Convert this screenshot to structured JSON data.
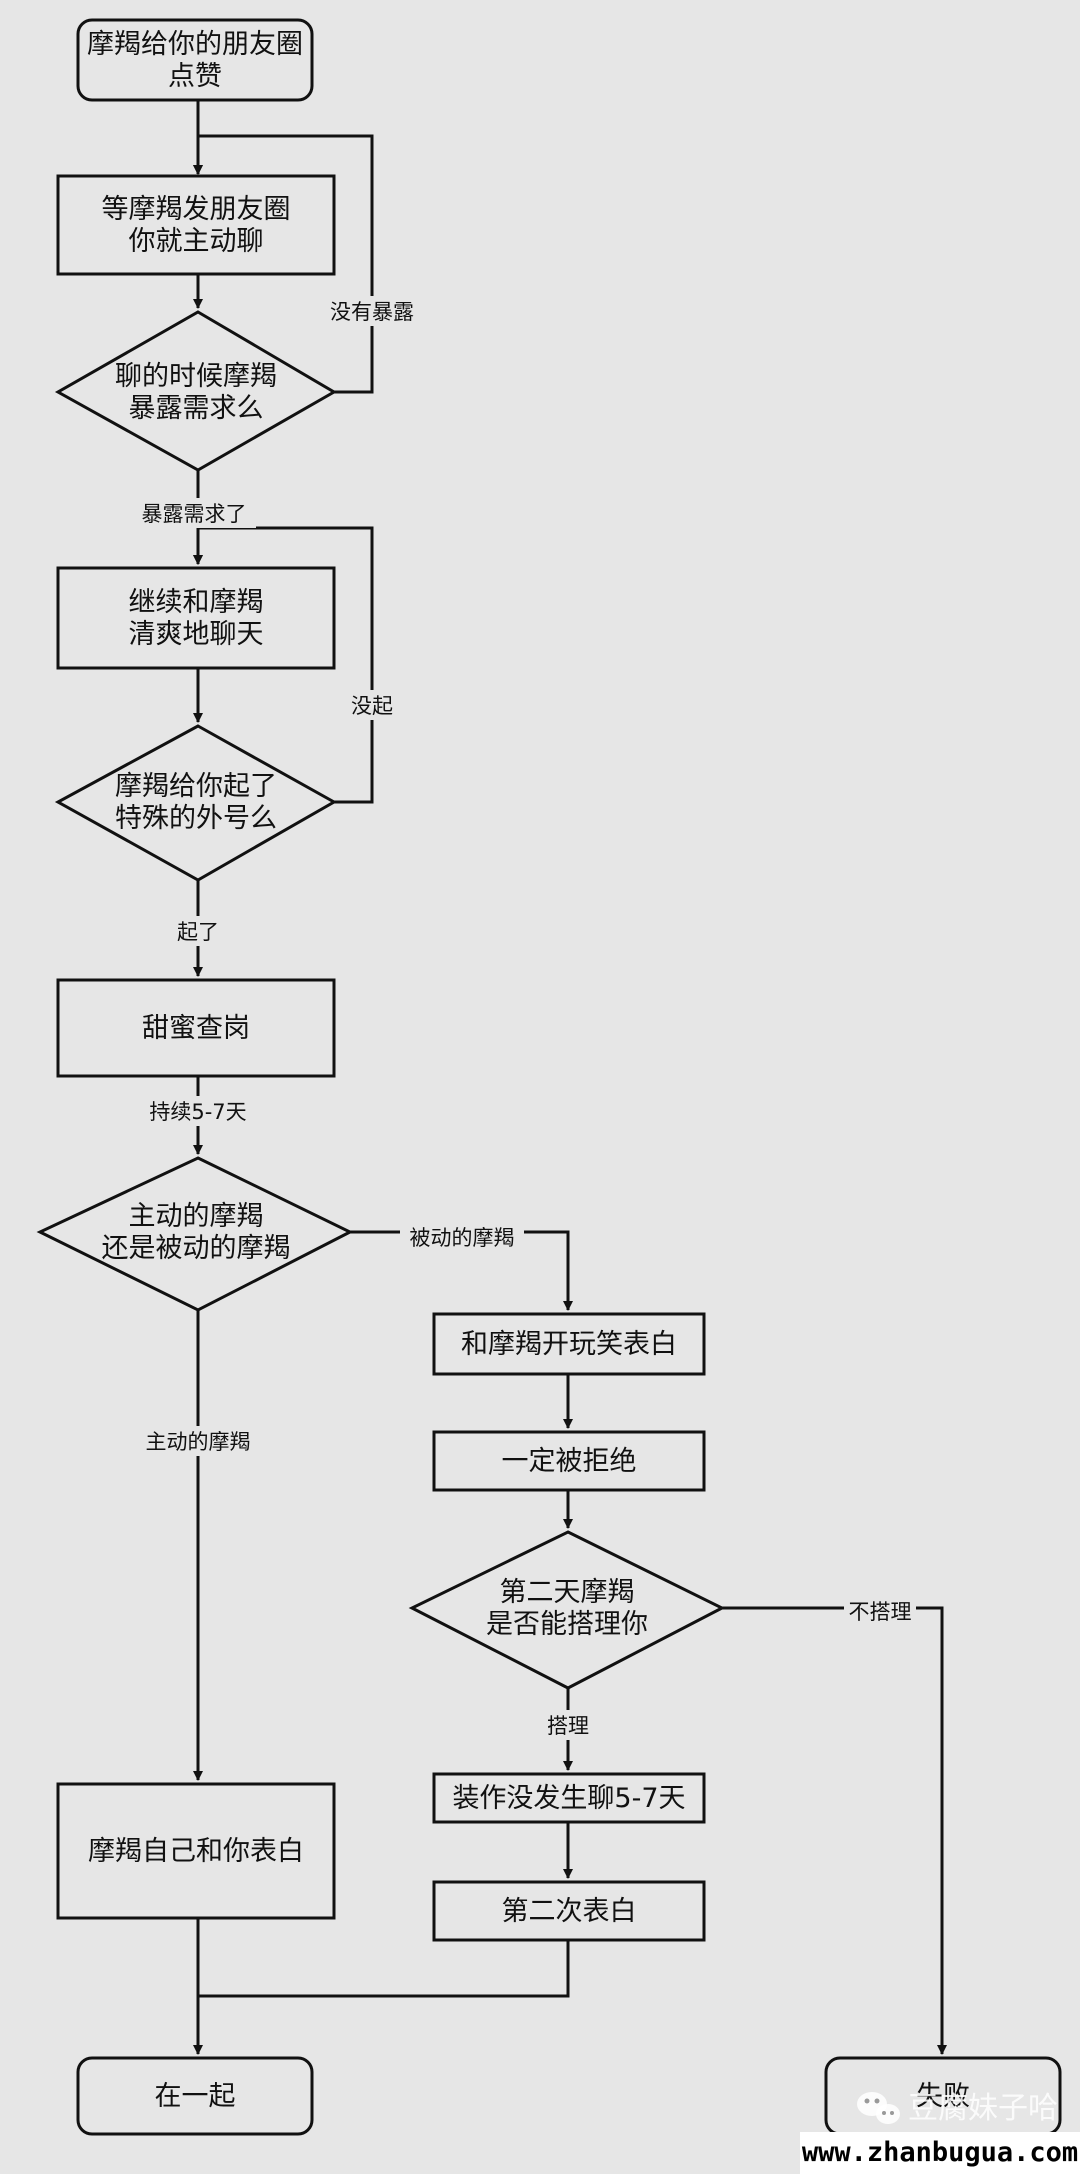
{
  "colors": {
    "background": "#e6e6e6",
    "stroke": "#111111"
  },
  "nodes": {
    "like_moments": [
      "摩羯给你的朋友圈",
      "点赞"
    ],
    "wait_post": [
      "等摩羯发朋友圈",
      "你就主动聊"
    ],
    "reveal_needs_q": [
      "聊的时候摩羯",
      "暴露需求么"
    ],
    "chat_fresh": [
      "继续和摩羯",
      "清爽地聊天"
    ],
    "nickname_q": [
      "摩羯给你起了",
      "特殊的外号么"
    ],
    "sweet_check": [
      "甜蜜查岗"
    ],
    "active_passive_q": [
      "主动的摩羯",
      "还是被动的摩羯"
    ],
    "joke_confess": [
      "和摩羯开玩笑表白"
    ],
    "rejected": [
      "一定被拒绝"
    ],
    "next_day_q": [
      "第二天摩羯",
      "是否能搭理你"
    ],
    "pretend": [
      "装作没发生聊5-7天"
    ],
    "second_confess": [
      "第二次表白"
    ],
    "capricorn_confess": [
      "摩羯自己和你表白"
    ],
    "together": [
      "在一起"
    ],
    "fail": [
      "失败"
    ]
  },
  "edges": {
    "not_revealed": "没有暴露",
    "revealed": "暴露需求了",
    "not_given": "没起",
    "given": "起了",
    "lasts": "持续5-7天",
    "passive": "被动的摩羯",
    "active": "主动的摩羯",
    "respond": "搭理",
    "ignore": "不搭理"
  },
  "watermark": "豆腐妹子哈",
  "watermark_icon": "wechat-icon",
  "site": "www.zhanbugua.com"
}
